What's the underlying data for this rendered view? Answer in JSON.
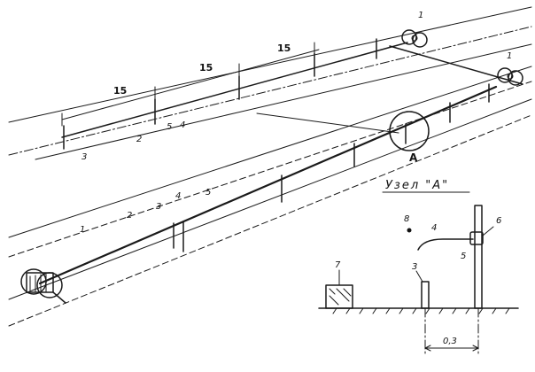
{
  "dimensions": {
    "span_1": "15",
    "span_2": "15",
    "span_3": "15"
  },
  "labels": {
    "reel": "1",
    "wire": "2",
    "stake": "3",
    "arm": "4",
    "post": "5",
    "insulator": "6",
    "block": "7",
    "node_point": "8",
    "callout": "A",
    "offset": "0,3"
  },
  "detail": {
    "title": "Узел \"А\""
  }
}
